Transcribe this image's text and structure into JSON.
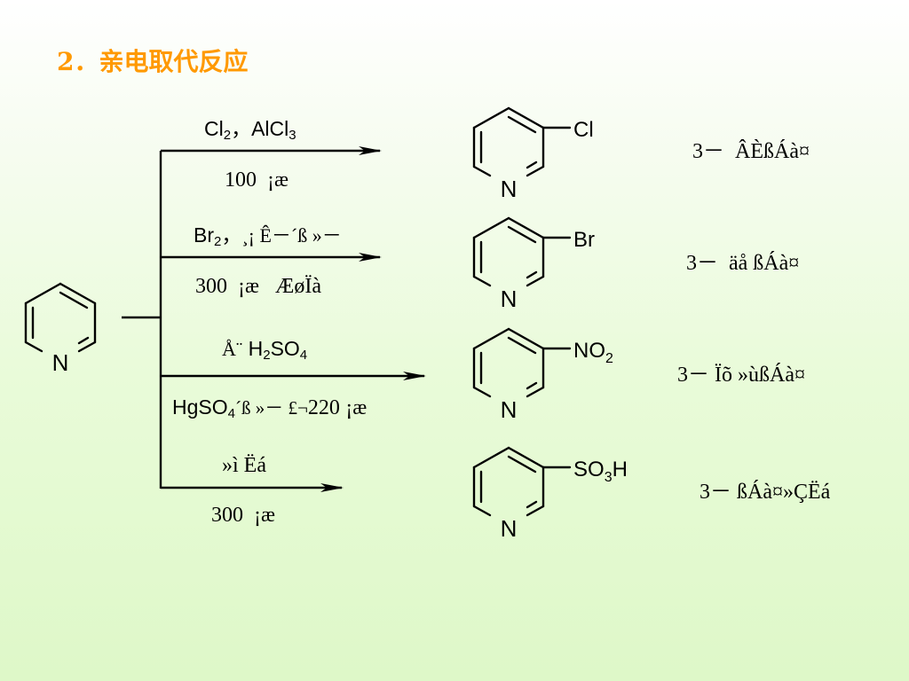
{
  "title": "2．亲电取代反应",
  "reactant": {
    "n_label": "N"
  },
  "reactions": [
    {
      "reagent_parts": [
        "Cl",
        "2",
        "，AlCl",
        "3"
      ],
      "condition_parts": [
        "100",
        "¡æ"
      ],
      "product": {
        "n_label": "N",
        "substituent_parts": [
          "Cl"
        ]
      },
      "result_parts": [
        "3－",
        "ÂÈßÁà¤"
      ]
    },
    {
      "reagent_parts": [
        "Br",
        "2",
        "，",
        "¸¡ Ê－´ß »－"
      ],
      "condition_parts": [
        "300",
        "¡æ",
        "Æø",
        "Ïà"
      ],
      "product": {
        "n_label": "N",
        "substituent_parts": [
          "Br"
        ]
      },
      "result_parts": [
        "3－",
        "äå ßÁà¤"
      ]
    },
    {
      "reagent_parts": [
        "Å¨",
        " H",
        "2",
        "SO",
        "4"
      ],
      "condition_parts": [
        "HgSO",
        "4",
        "´ß »－ £¬",
        "220",
        "¡æ"
      ],
      "product": {
        "n_label": "N",
        "substituent_parts": [
          "NO",
          "2"
        ]
      },
      "result_parts": [
        "3－",
        "Ïõ »ùßÁà¤"
      ]
    },
    {
      "reagent_parts": [
        "»ì Ëá"
      ],
      "condition_parts": [
        "300",
        "¡æ"
      ],
      "product": {
        "n_label": "N",
        "substituent_parts": [
          "SO",
          "3",
          "H"
        ]
      },
      "result_parts": [
        "3－",
        "ßÁà¤»ÇËá"
      ]
    }
  ]
}
